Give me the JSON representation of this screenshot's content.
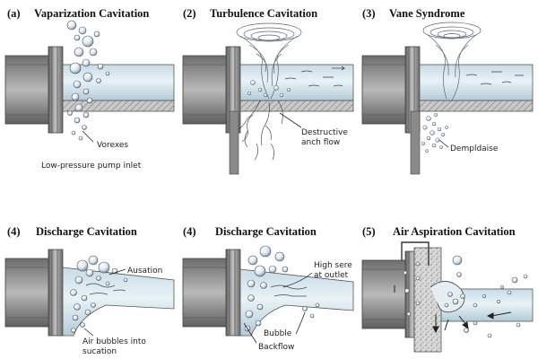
{
  "panels": [
    {
      "number": "(a)",
      "title": "Vaparization Cavitation",
      "labels": [
        "Vorexes",
        "Low-pressure pump inlet"
      ]
    },
    {
      "number": "(2)",
      "title": "Turbulence Cavitation",
      "labels": [
        "Destructive",
        "anch flow"
      ]
    },
    {
      "number": "(3)",
      "title": "Vane Syndrome",
      "labels": [
        "Dempldaise"
      ]
    },
    {
      "number": "(4)",
      "title": "Discharge Cavitation",
      "labels": [
        "Ausation",
        "Air bubbles into",
        "sucation"
      ]
    },
    {
      "number": "(4)",
      "title": "Discharge Cavitation",
      "labels": [
        "High sere",
        "at outlet",
        "Bubble",
        "Backflow"
      ]
    },
    {
      "number": "(5)",
      "title": "Air Aspiration Cavitation",
      "labels": []
    }
  ]
}
